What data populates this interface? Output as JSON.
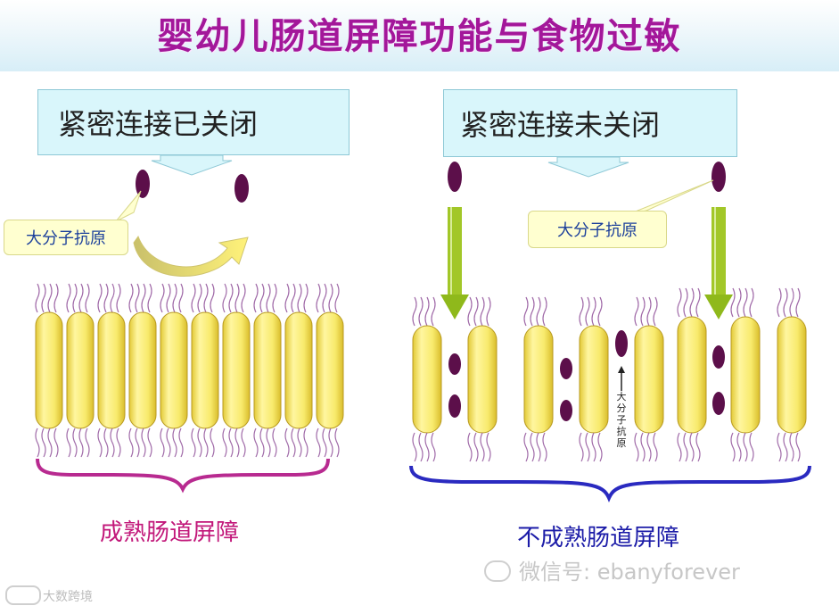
{
  "title": "婴幼儿肠道屏障功能与食物过敏",
  "left_panel": {
    "callout": "紧密连接已关闭",
    "sticky_label": "大分子抗原",
    "bottom_label": "成熟肠道屏障"
  },
  "right_panel": {
    "callout": "紧密连接未关闭",
    "sticky_label": "大分子抗原",
    "vertical_label": "大分子抗原",
    "bottom_label": "不成熟肠道屏障"
  },
  "watermark": {
    "wechat": "微信号: ebanyforever",
    "logo": "大数跨境"
  },
  "colors": {
    "title": "#a3179a",
    "mature_label": "#c2187a",
    "immature_label": "#1c1ca8",
    "brace_left": "#b82a90",
    "brace_right": "#2a2ac0",
    "cell_fill": "#f7ea6a",
    "antigen": "#5c0f4a",
    "down_arrow": "#a2c728"
  }
}
